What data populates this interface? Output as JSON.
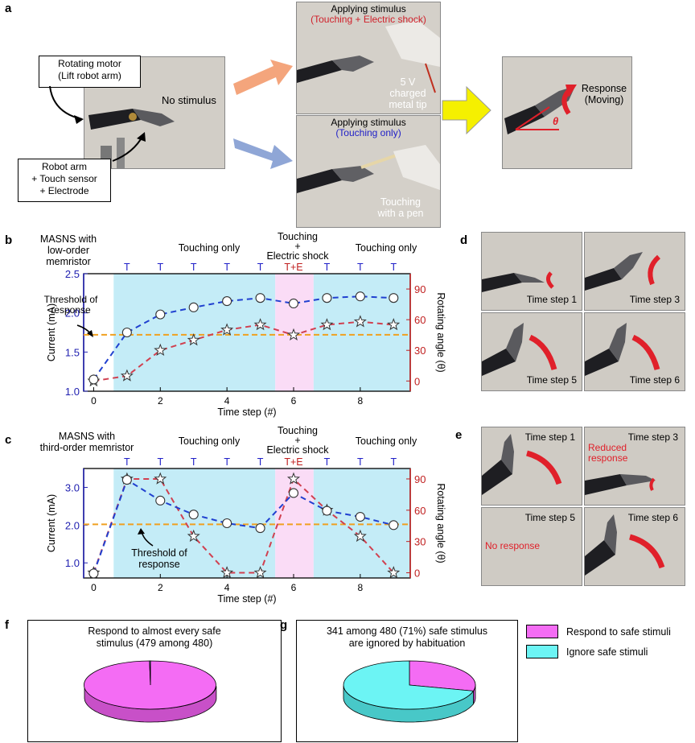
{
  "panel_a": {
    "label": "a",
    "no_stimulus": "No stimulus",
    "motor_box": [
      "Rotating motor",
      "(Lift robot arm)"
    ],
    "robot_box": [
      "Robot arm",
      "+ Touch sensor",
      "+ Electrode"
    ],
    "top_title": "Applying stimulus",
    "top_sub": "(Touching + Electric shock)",
    "top_note": [
      "5 V",
      "charged",
      "metal tip"
    ],
    "bot_title": "Applying stimulus",
    "bot_sub": "(Touching only)",
    "bot_note": [
      "Touching",
      "with a pen"
    ],
    "response": [
      "Response",
      "(Moving)"
    ],
    "theta": "θ",
    "colors": {
      "orange_arrow": "#f4a57c",
      "blue_arrow": "#8fa6d6",
      "yellow_arrow": "#f5f000",
      "red_text": "#d0202a",
      "blue_text": "#2020c8"
    }
  },
  "panel_b": {
    "label": "b",
    "title": [
      "MASNS with",
      "low-order memristor"
    ],
    "seg_left": "Touching only",
    "seg_mid": [
      "Touching",
      "+",
      "Electric shock"
    ],
    "seg_right": "Touching only",
    "threshold": [
      "Threshold of",
      "response"
    ]
  },
  "panel_c": {
    "label": "c",
    "title": [
      "MASNS with",
      "third-order memristor"
    ],
    "seg_left": "Touching only",
    "seg_mid": [
      "Touching",
      "+",
      "Electric shock"
    ],
    "seg_right": "Touching only",
    "threshold": [
      "Threshold of",
      "response"
    ]
  },
  "panel_d": {
    "label": "d",
    "steps": [
      "Time step 1",
      "Time step 3",
      "Time step 5",
      "Time step 6"
    ]
  },
  "panel_e": {
    "label": "e",
    "steps": [
      "Time step 1",
      "Time step 3",
      "Time step 5",
      "Time step 6"
    ],
    "reduced": [
      "Reduced",
      "response"
    ],
    "none": "No response"
  },
  "panel_f": {
    "label": "f",
    "text": [
      "Respond to almost every safe",
      "stimulus (479 among 480)"
    ]
  },
  "panel_g": {
    "label": "g",
    "text": [
      "341 among 480 (71%) safe stimulus",
      "are ignored by habituation"
    ]
  },
  "legend": {
    "respond": "Respond to safe stimuli",
    "ignore": "Ignore safe stimuli",
    "colors": {
      "respond": "#f46cf4",
      "ignore": "#6cf4f4"
    }
  },
  "chart_data": [
    {
      "type": "line",
      "title": "MASNS with low-order memristor",
      "xlabel": "Time step (#)",
      "ylabel": "Current (mA)",
      "y2label": "Rotating angle (θ)",
      "x": [
        0,
        1,
        2,
        3,
        4,
        5,
        6,
        7,
        8,
        9
      ],
      "xticks": [
        0,
        2,
        4,
        6,
        8
      ],
      "xlim": [
        -0.3,
        9.5
      ],
      "ylim": [
        1.0,
        2.5
      ],
      "yticks": [
        1.0,
        1.5,
        2.0,
        2.5
      ],
      "y2lim": [
        -10,
        105
      ],
      "y2ticks": [
        0,
        30,
        60,
        90
      ],
      "stimulus_labels": [
        "",
        "T",
        "T",
        "T",
        "T",
        "T",
        "T+E",
        "T",
        "T",
        "T"
      ],
      "threshold_current": 1.72,
      "series": [
        {
          "axis": "left",
          "values": [
            1.15,
            1.75,
            1.98,
            2.07,
            2.15,
            2.19,
            2.12,
            2.19,
            2.21,
            2.19
          ]
        },
        {
          "axis": "right",
          "values": [
            0,
            5,
            30,
            40,
            50,
            55,
            45,
            55,
            58,
            55
          ]
        }
      ],
      "shading": [
        {
          "from": 0.6,
          "to": 5.45,
          "color": "#c4ecf7"
        },
        {
          "from": 5.45,
          "to": 6.6,
          "color": "#fadcf6"
        },
        {
          "from": 6.6,
          "to": 9.5,
          "color": "#c4ecf7"
        }
      ]
    },
    {
      "type": "line",
      "title": "MASNS with third-order memristor",
      "xlabel": "Time step (#)",
      "ylabel": "Current (mA)",
      "y2label": "Rotating angle (θ)",
      "x": [
        0,
        1,
        2,
        3,
        4,
        5,
        6,
        7,
        8,
        9
      ],
      "xticks": [
        0,
        2,
        4,
        6,
        8
      ],
      "xlim": [
        -0.3,
        9.5
      ],
      "ylim": [
        0.6,
        3.5
      ],
      "yticks": [
        1.0,
        2.0,
        3.0
      ],
      "y2lim": [
        -5,
        100
      ],
      "y2ticks": [
        0,
        30,
        60,
        90
      ],
      "stimulus_labels": [
        "",
        "T",
        "T",
        "T",
        "T",
        "T",
        "T+E",
        "T",
        "T",
        "T"
      ],
      "threshold_current": 2.02,
      "series": [
        {
          "axis": "left",
          "values": [
            0.72,
            3.2,
            2.65,
            2.28,
            2.05,
            1.92,
            2.85,
            2.38,
            2.22,
            2.0
          ]
        },
        {
          "axis": "right",
          "values": [
            0,
            90,
            90,
            35,
            0,
            0,
            90,
            60,
            35,
            0
          ]
        }
      ],
      "shading": [
        {
          "from": 0.6,
          "to": 5.45,
          "color": "#c4ecf7"
        },
        {
          "from": 5.45,
          "to": 6.6,
          "color": "#fadcf6"
        },
        {
          "from": 6.6,
          "to": 9.5,
          "color": "#c4ecf7"
        }
      ]
    },
    {
      "type": "pie",
      "labels": [
        "Respond to safe stimuli",
        "Ignore safe stimuli"
      ],
      "values": [
        479,
        1
      ]
    },
    {
      "type": "pie",
      "labels": [
        "Respond to safe stimuli",
        "Ignore safe stimuli"
      ],
      "values": [
        139,
        341
      ]
    }
  ]
}
